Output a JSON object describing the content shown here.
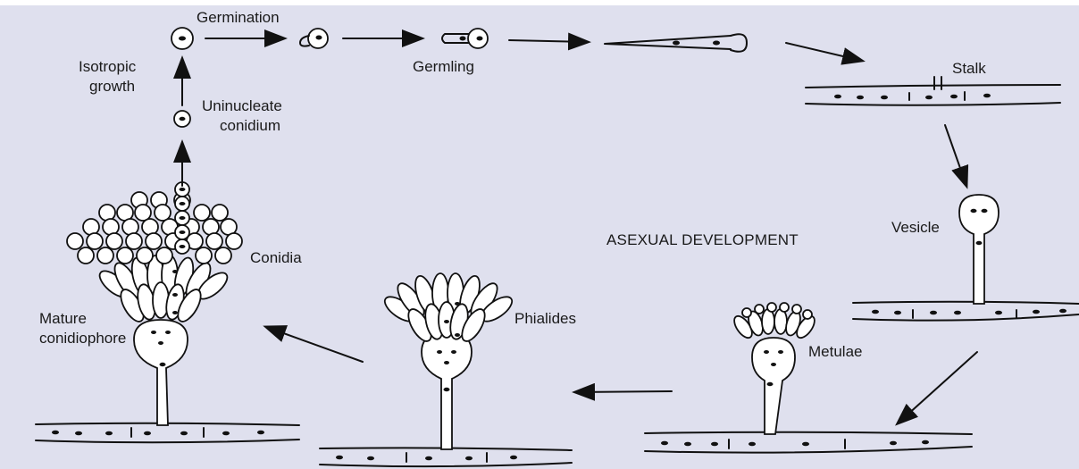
{
  "diagram": {
    "title": "ASEXUAL DEVELOPMENT",
    "stages": {
      "germination": "Germination",
      "isotropic_growth": [
        "Isotropic",
        "growth"
      ],
      "uninucleate_conidium": [
        "Uninucleate",
        "conidium"
      ],
      "germling": "Germling",
      "stalk": "Stalk",
      "vesicle": "Vesicle",
      "metulae": "Metulae",
      "phialides": "Phialides",
      "conidia": "Conidia",
      "mature_conidiophore": [
        "Mature",
        "conidiophore"
      ]
    }
  },
  "colors": {
    "background": "#dfe0ee",
    "ink": "#111111"
  }
}
